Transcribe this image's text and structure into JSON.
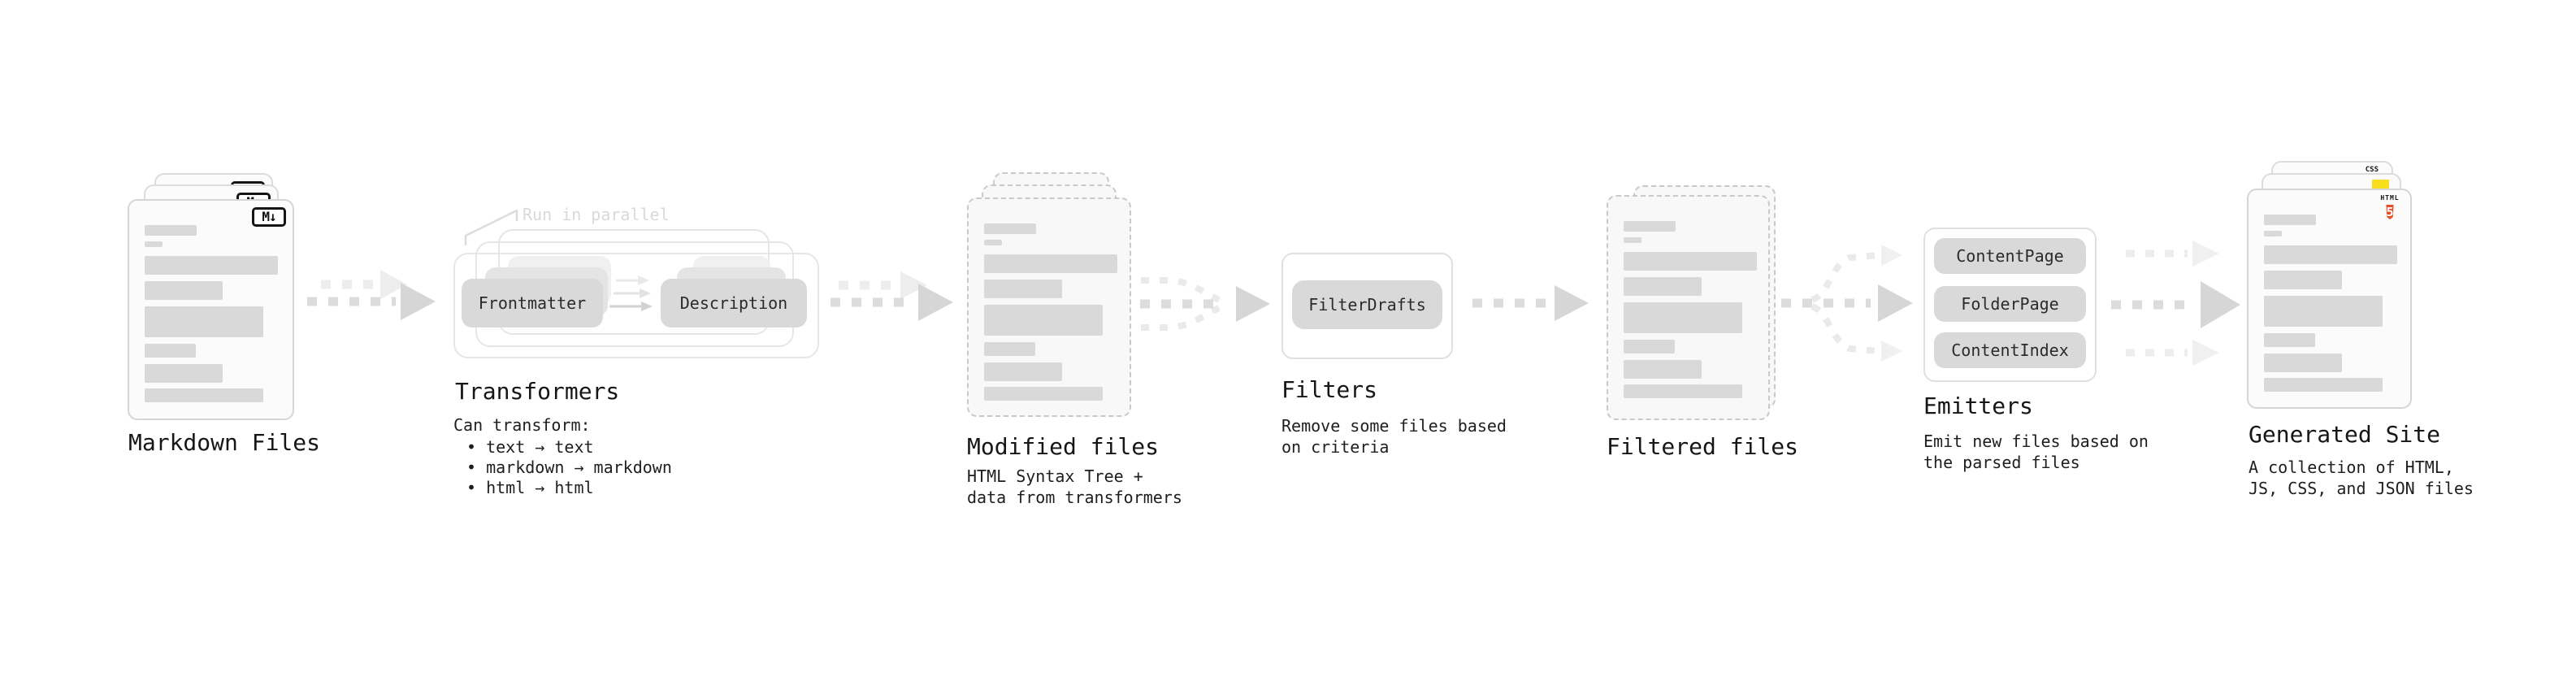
{
  "pipeline": {
    "stages": {
      "markdown_files": {
        "label": "Markdown Files",
        "badge": "M↓"
      },
      "transformers": {
        "label": "Transformers",
        "annotation": "Run in parallel",
        "left_pill": "Frontmatter",
        "right_pill": "Description",
        "description_title": "Can transform:",
        "bullets": [
          "• text → text",
          "• markdown → markdown",
          "• html → html"
        ]
      },
      "modified_files": {
        "label": "Modified files",
        "description": "HTML Syntax Tree +\ndata from transformers"
      },
      "filters": {
        "label": "Filters",
        "pill": "FilterDrafts",
        "description": "Remove some files based\non criteria"
      },
      "filtered_files": {
        "label": "Filtered files"
      },
      "emitters": {
        "label": "Emitters",
        "pills": [
          "ContentPage",
          "FolderPage",
          "ContentIndex"
        ],
        "description": "Emit new files based on\nthe parsed files"
      },
      "generated_site": {
        "label": "Generated Site",
        "description": "A collection of HTML,\nJS, CSS, and JSON files",
        "css_badge": "CSS",
        "html_badge_word": "HTML",
        "html_badge_number": "5"
      }
    },
    "colors": {
      "html5_orange": "#e44d26",
      "js_yellow": "#f7df1e",
      "css_blue": "#2965f1"
    }
  }
}
